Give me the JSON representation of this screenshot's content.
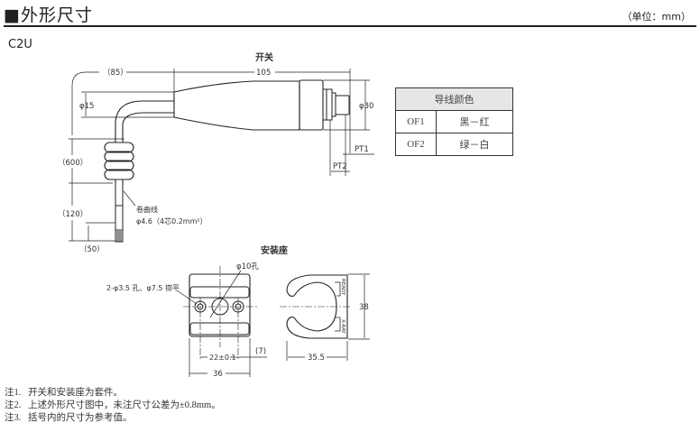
{
  "header": {
    "title": "■外形尺寸",
    "unit": "（单位：mm）"
  },
  "model": "C2U",
  "switch_drawing": {
    "label": "开关",
    "dims": {
      "cable_len": "（85）",
      "body_len": "105",
      "cable_dia": "φ15",
      "body_dia": "φ30",
      "coil_len": "（600）",
      "straight_len": "（120）",
      "strip_len": "（50）",
      "pt1": "PT1",
      "pt2": "PT2"
    },
    "cable_label": "卷曲线",
    "cable_spec": "φ4.6（4芯0.2mm²）"
  },
  "wire_table": {
    "header": "导线颜色",
    "rows": [
      {
        "name": "OF1",
        "color": "黑－红"
      },
      {
        "name": "OF2",
        "color": "绿－白"
      }
    ]
  },
  "mount_drawing": {
    "label": "安装座",
    "hole_label": "φ10孔",
    "screw_label": "2-φ3.5 孔、φ7.5 锪平",
    "dims": {
      "pitch": "22±0.1",
      "offset": "(7)",
      "width": "36",
      "height": "38",
      "depth": "35.5"
    },
    "marks": {
      "top": "READY",
      "bottom": "X-RAY"
    }
  },
  "notes": [
    {
      "n": "注1.",
      "text": "开关和安装座为套件。"
    },
    {
      "n": "注2.",
      "text": "上述外形尺寸图中，未注尺寸公差为±0.8mm。"
    },
    {
      "n": "注3.",
      "text": "括号内的尺寸为参考值。"
    }
  ]
}
